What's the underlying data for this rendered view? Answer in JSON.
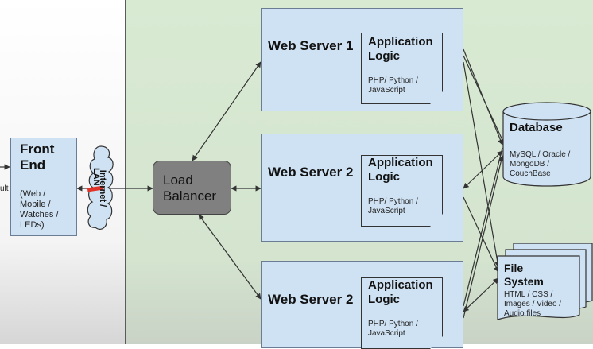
{
  "left_edge": {
    "arrow_label": "ult"
  },
  "front_end": {
    "title_line1": "Front",
    "title_line2": "End",
    "detail": [
      "(Web /",
      "Mobile /",
      "Watches /",
      "LEDs)"
    ]
  },
  "cloud": {
    "label_line1": "Internet /",
    "label_line2": "LAN"
  },
  "load_balancer": {
    "line1": "Load",
    "line2": "Balancer"
  },
  "servers": [
    {
      "title": "Web Server 1",
      "app_title_1": "Application",
      "app_title_2": "Logic",
      "langs_1": "PHP/ Python /",
      "langs_2": "JavaScript"
    },
    {
      "title": "Web Server 2",
      "app_title_1": "Application",
      "app_title_2": "Logic",
      "langs_1": "PHP/ Python /",
      "langs_2": "JavaScript"
    },
    {
      "title": "Web Server 2",
      "app_title_1": "Application",
      "app_title_2": "Logic",
      "langs_1": "PHP/ Python /",
      "langs_2": "JavaScript"
    }
  ],
  "database": {
    "title": "Database",
    "detail": [
      "MySQL / Oracle /",
      "MongoDB /",
      "CouchBase"
    ]
  },
  "file_system": {
    "title_line1": "File",
    "title_line2": "System",
    "detail": [
      "HTML / CSS /",
      "Images / Video /",
      "Audio files"
    ]
  },
  "colors": {
    "green_region": "#d9ead3",
    "box_fill": "#cfe2f3",
    "load_balancer_fill": "#808080",
    "red_marker": "#e0332a"
  }
}
